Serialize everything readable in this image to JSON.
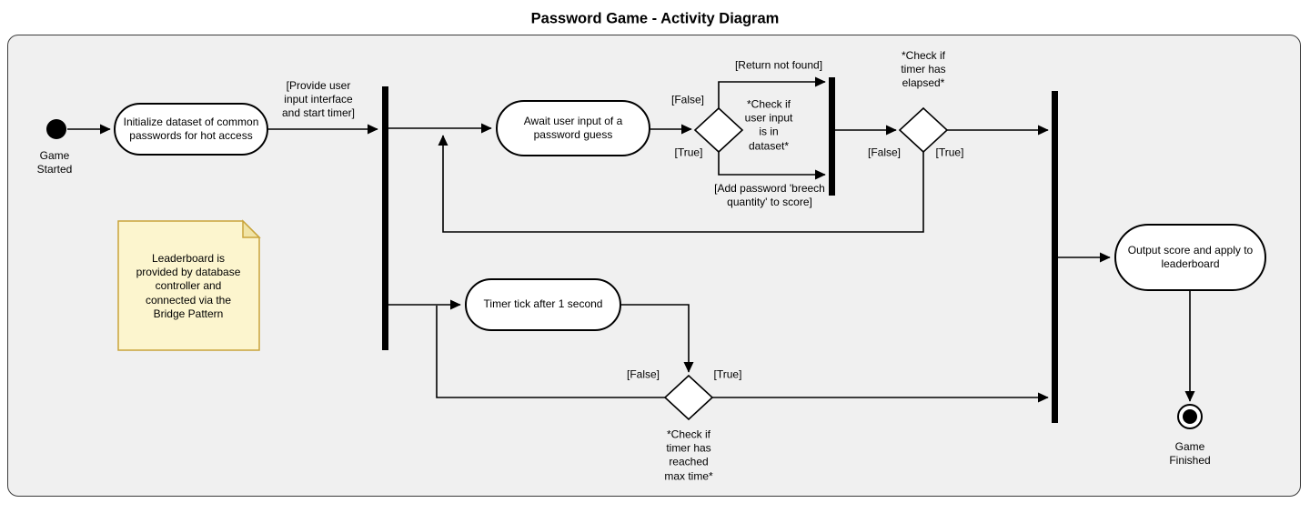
{
  "title": "Password Game - Activity Diagram",
  "nodes": {
    "start_label": "Game\nStarted",
    "init": "Initialize dataset of common\npasswords for hot access",
    "await": "Await user input of a\npassword guess",
    "timer": "Timer tick after 1 second",
    "output": "Output score and apply to\nleaderboard",
    "end_label": "Game\nFinished"
  },
  "labels": {
    "provide_input": "[Provide user\ninput interface\nand start timer]",
    "return_not_found": "[Return not found]",
    "check_input": "*Check if\nuser input\nis in\ndataset*",
    "add_password": "[Add password 'breech\nquantity' to score]",
    "check_timer_elapsed": "*Check if\ntimer has\nelapsed*",
    "check_timer_max": "*Check if\ntimer has\nreached\nmax time*",
    "d1_false": "[False]",
    "d1_true": "[True]",
    "d2_false": "[False]",
    "d2_true": "[True]",
    "d3_false": "[False]",
    "d3_true": "[True]"
  },
  "note": "Leaderboard is\nprovided by database\ncontroller and\nconnected via the\nBridge Pattern",
  "colors": {
    "frame_bg": "#f0f0f0",
    "frame_border": "#3b3b3b",
    "line": "#000000",
    "shape_fill": "#ffffff",
    "note_bg": "#fcf5ce",
    "note_border": "#c9a43b",
    "note_fold": "#f1e4a6"
  }
}
